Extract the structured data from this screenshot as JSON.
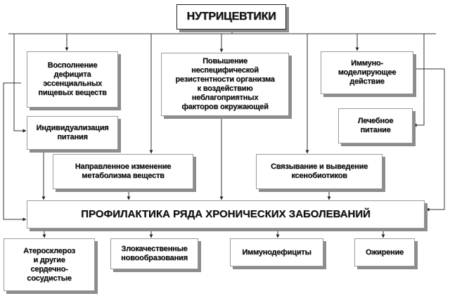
{
  "diagram": {
    "title": "НУТРИЦЕВТИКИ",
    "functions": {
      "deficit": "Восполнение\nдефицита\nэссенциальных\nпищевых веществ",
      "resistance": "Повышение\nнеспецифической\nрезистентности  организма\nк воздействию\nнеблагоприятных\nфакторов  окружающей",
      "immuno": "Иммуно-\nмоделирующее\nдействие",
      "therapeutic": "Лечебное\nпитание",
      "individual": "Индивидуализация\nпитания",
      "metabolism": "Направленное  изменение\nметаболизма  веществ",
      "xenobiotics": "Связывание  и  выведение\nксенобиотиков"
    },
    "central": "ПРОФИЛАКТИКА РЯДА ХРОНИЧЕСКИХ ЗАБОЛЕВАНИЙ",
    "diseases": [
      "Атеросклероз\nи другие\nсердечно-\nсосудистые",
      "Злокачественные\nновообразования",
      "Иммунодефициты",
      "Ожирение"
    ]
  }
}
